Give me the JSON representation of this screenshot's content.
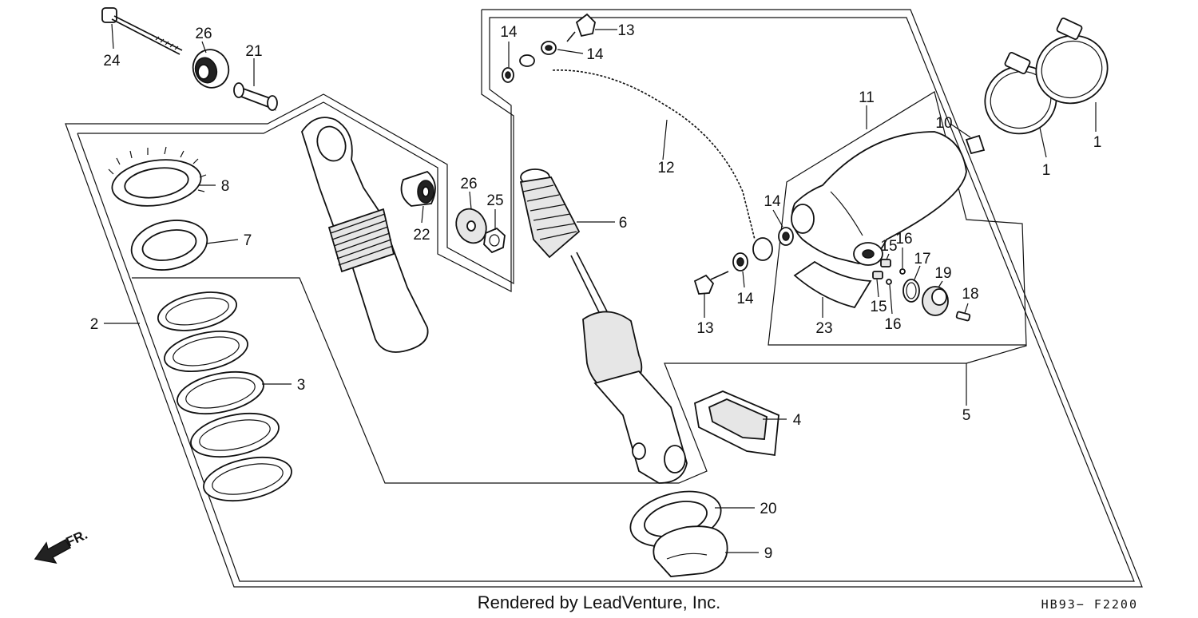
{
  "diagram": {
    "callouts": {
      "c1a": "1",
      "c1b": "1",
      "c2": "2",
      "c3": "3",
      "c4": "4",
      "c5": "5",
      "c6": "6",
      "c7": "7",
      "c8": "8",
      "c9": "9",
      "c10": "10",
      "c11": "11",
      "c12": "12",
      "c13a": "13",
      "c13b": "13",
      "c14a": "14",
      "c14b": "14",
      "c14c": "14",
      "c14d": "14",
      "c15a": "15",
      "c15b": "15",
      "c16a": "16",
      "c16b": "16",
      "c17": "17",
      "c18": "18",
      "c19": "19",
      "c20": "20",
      "c21": "21",
      "c22": "22",
      "c23": "23",
      "c24": "24",
      "c25": "25",
      "c26a": "26",
      "c26b": "26"
    },
    "direction_label": "FR.",
    "footer": "Rendered by LeadVenture, Inc.",
    "drawing_code": "HB93− F2200"
  }
}
